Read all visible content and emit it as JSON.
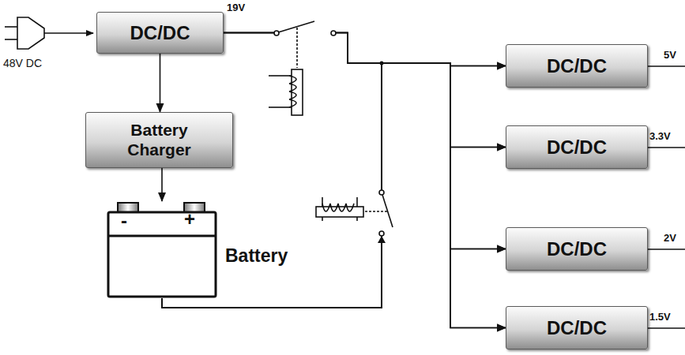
{
  "diagram": {
    "nodes": [
      {
        "text": [
          "DC/DC"
        ]
      },
      {
        "text": [
          "Battery Charger"
        ]
      },
      {
        "text": [
          "Battery"
        ]
      },
      {
        "text": [
          "DC/DC"
        ]
      },
      {
        "text": [
          "DC/DC"
        ]
      },
      {
        "text": [
          "DC/DC"
        ]
      },
      {
        "text": [
          "DC/DC"
        ]
      }
    ],
    "edges": [
      {
        "from": 0,
        "to": 1,
        "arrow": "to"
      },
      {
        "from": 1,
        "to": 2,
        "arrow": "to"
      },
      {
        "from": 0,
        "to": 3,
        "arrow": "to"
      },
      {
        "from": 0,
        "to": 4,
        "arrow": "to"
      },
      {
        "from": 0,
        "to": 5,
        "arrow": "to"
      },
      {
        "from": 0,
        "to": 6,
        "arrow": "to"
      },
      {
        "from": 2,
        "to": 3,
        "arrow": "to"
      },
      {
        "from": 2,
        "to": 4,
        "arrow": "to"
      },
      {
        "from": 2,
        "to": 5,
        "arrow": "to"
      },
      {
        "from": 2,
        "to": 6,
        "arrow": "to"
      }
    ],
    "labels": [
      "48V DC",
      "19V",
      "-",
      "+",
      "5V",
      "3.3V",
      "2V",
      "1.5V"
    ]
  }
}
